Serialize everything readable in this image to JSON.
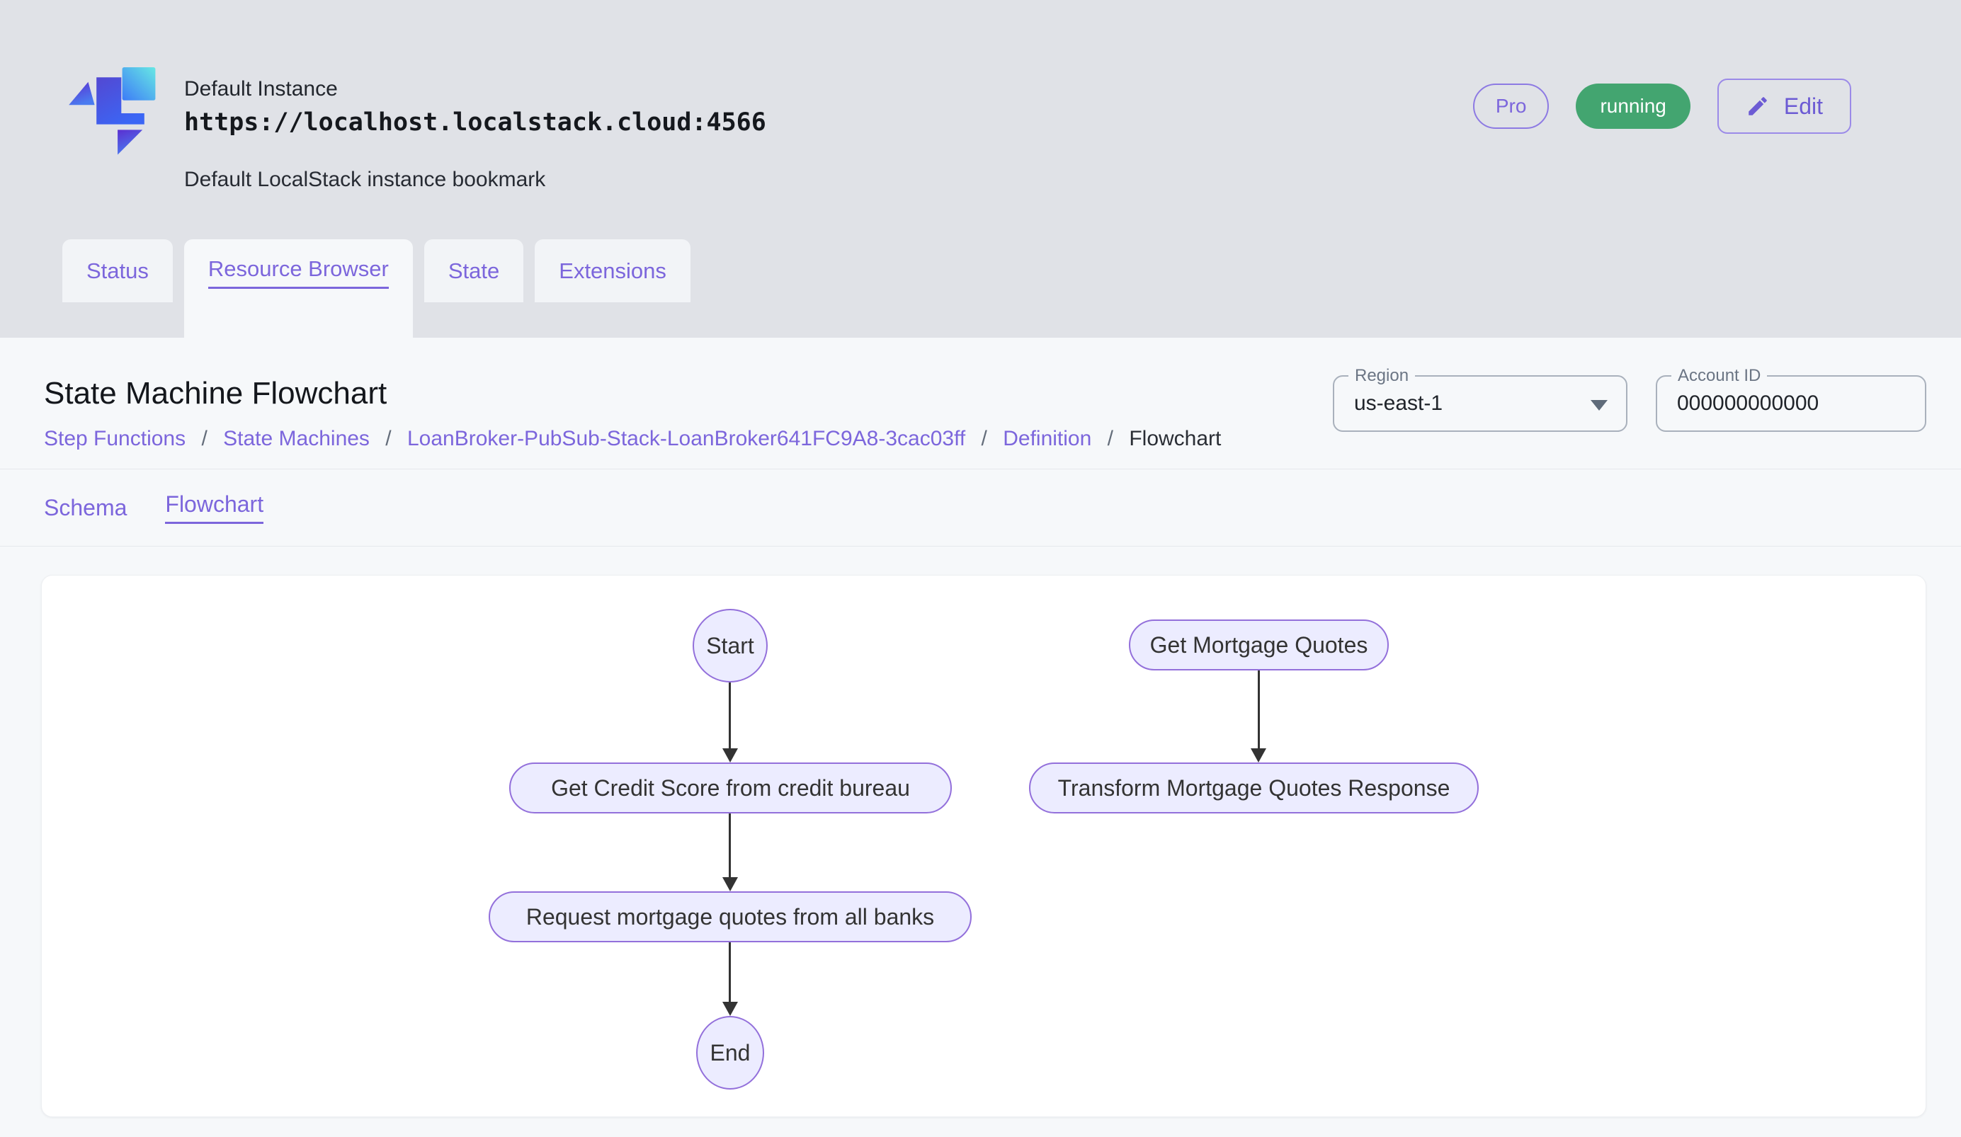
{
  "header": {
    "instance_name": "Default Instance",
    "instance_url": "https://localhost.localstack.cloud:4566",
    "instance_description": "Default LocalStack instance bookmark",
    "pro_label": "Pro",
    "status_label": "running",
    "edit_label": "Edit"
  },
  "tabs": [
    {
      "label": "Status",
      "active": false
    },
    {
      "label": "Resource Browser",
      "active": true
    },
    {
      "label": "State",
      "active": false
    },
    {
      "label": "Extensions",
      "active": false
    }
  ],
  "page": {
    "title": "State Machine Flowchart",
    "breadcrumb_separator": "/",
    "breadcrumb": [
      {
        "label": "Step Functions"
      },
      {
        "label": "State Machines"
      },
      {
        "label": "LoanBroker-PubSub-Stack-LoanBroker641FC9A8-3cac03ff"
      },
      {
        "label": "Definition"
      },
      {
        "label": "Flowchart"
      }
    ]
  },
  "controls": {
    "region": {
      "label": "Region",
      "value": "us-east-1"
    },
    "account": {
      "label": "Account ID",
      "value": "000000000000"
    }
  },
  "subtabs": [
    {
      "label": "Schema",
      "active": false
    },
    {
      "label": "Flowchart",
      "active": true
    }
  ],
  "flowchart": {
    "nodes": [
      {
        "id": "start",
        "label": "Start",
        "shape": "ellipse"
      },
      {
        "id": "credit",
        "label": "Get Credit Score from credit bureau",
        "shape": "rounded"
      },
      {
        "id": "request",
        "label": "Request mortgage quotes from all banks",
        "shape": "rounded"
      },
      {
        "id": "end",
        "label": "End",
        "shape": "ellipse"
      },
      {
        "id": "quotes",
        "label": "Get Mortgage Quotes",
        "shape": "rounded"
      },
      {
        "id": "transform",
        "label": "Transform Mortgage Quotes Response",
        "shape": "rounded"
      }
    ],
    "edges": [
      {
        "from": "start",
        "to": "credit"
      },
      {
        "from": "credit",
        "to": "request"
      },
      {
        "from": "request",
        "to": "end"
      },
      {
        "from": "quotes",
        "to": "transform"
      }
    ]
  },
  "colors": {
    "accent_purple": "#7C66DC",
    "badge_green": "#43A570",
    "node_fill": "#ECECFF",
    "node_stroke": "#9370DB",
    "arrow": "#333333",
    "page_background": "#E0E2E7",
    "panel_background": "#F6F8FA"
  }
}
